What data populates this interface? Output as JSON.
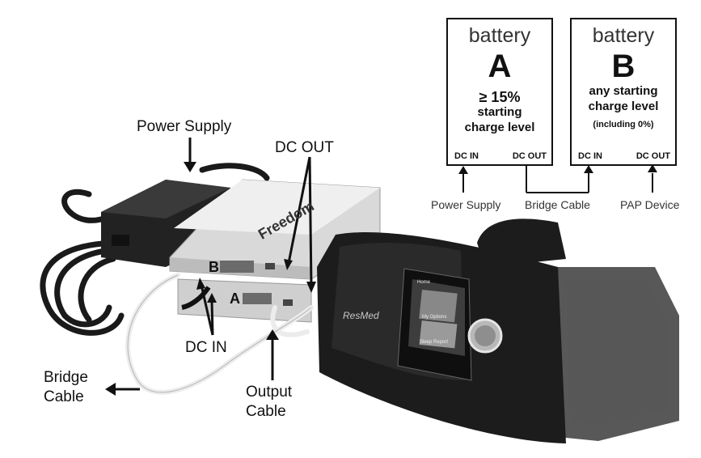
{
  "photo_labels": {
    "power_supply": "Power Supply",
    "dc_out": "DC OUT",
    "dc_in": "DC IN",
    "bridge_cable_line1": "Bridge",
    "bridge_cable_line2": "Cable",
    "output_cable_line1": "Output",
    "output_cable_line2": "Cable"
  },
  "devices": {
    "battery_brand": "Freedom",
    "battery_b_mark": "B",
    "battery_a_mark": "A",
    "cpap_brand": "ResMed",
    "screen_home": "Home",
    "screen_options": "My Options",
    "screen_sleep": "Sleep Report"
  },
  "schematic": {
    "battery_a": {
      "name": "battery",
      "letter": "A",
      "cond_line1": "≥ 15%",
      "cond_line2": "starting",
      "cond_line3": "charge level",
      "port_in": "DC IN",
      "port_out": "DC OUT"
    },
    "battery_b": {
      "name": "battery",
      "letter": "B",
      "cond_line1": "any starting",
      "cond_line2": "charge level",
      "cond_line3": "(including 0%)",
      "port_in": "DC IN",
      "port_out": "DC OUT"
    },
    "flow": {
      "power_supply": "Power Supply",
      "bridge_cable": "Bridge Cable",
      "pap_device": "PAP Device"
    }
  },
  "colors": {
    "device_black": "#1c1c1c",
    "battery_silver": "#dcdcdc",
    "cable_white": "#f4f4f4"
  }
}
